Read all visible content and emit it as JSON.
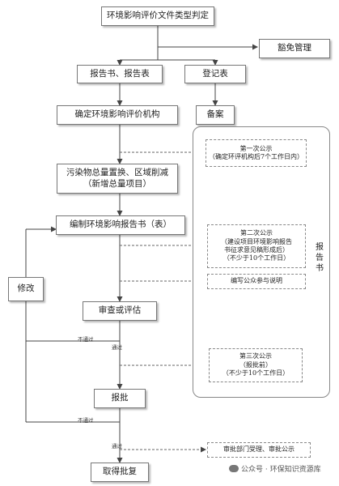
{
  "nodes": {
    "type_determination": "环境影响评价文件类型判定",
    "exempt_management": "豁免管理",
    "report_forms": "报告书、报告表",
    "registration_form": "登记表",
    "determine_agency": "确定环境影响评价机构",
    "filing": "备案",
    "pollutant_line1": "污染物总量置换、区域削减",
    "pollutant_line2": "（新增总量项目）",
    "compile_report": "编制环境影响报告书（表）",
    "revise": "修改",
    "review": "审查或评估",
    "approval": "报批",
    "obtain_approval": "取得批复"
  },
  "report_panel": {
    "label": "报告书",
    "publicity_1_title": "第一次公示",
    "publicity_1_detail": "（确定环评机构后7个工作日内）",
    "publicity_2_title": "第二次公示",
    "publicity_2_line1": "（建设项目环境影响报告",
    "publicity_2_line2": "书征求意见稿形成后）",
    "publicity_2_line3": "（不少于10个工作日）",
    "public_participation": "编写公众参与说明",
    "publicity_3_title": "第三次公示",
    "publicity_3_line1": "（报批前）",
    "publicity_3_line2": "（不少于10个工作日）"
  },
  "final_notice": "审批部门受理、审批公示",
  "edge_labels": {
    "fail_1": "不通过",
    "pass_1": "通过",
    "fail_2": "不通过",
    "pass_2": "通过"
  },
  "watermark": "公众号 · 环保知识资源库"
}
